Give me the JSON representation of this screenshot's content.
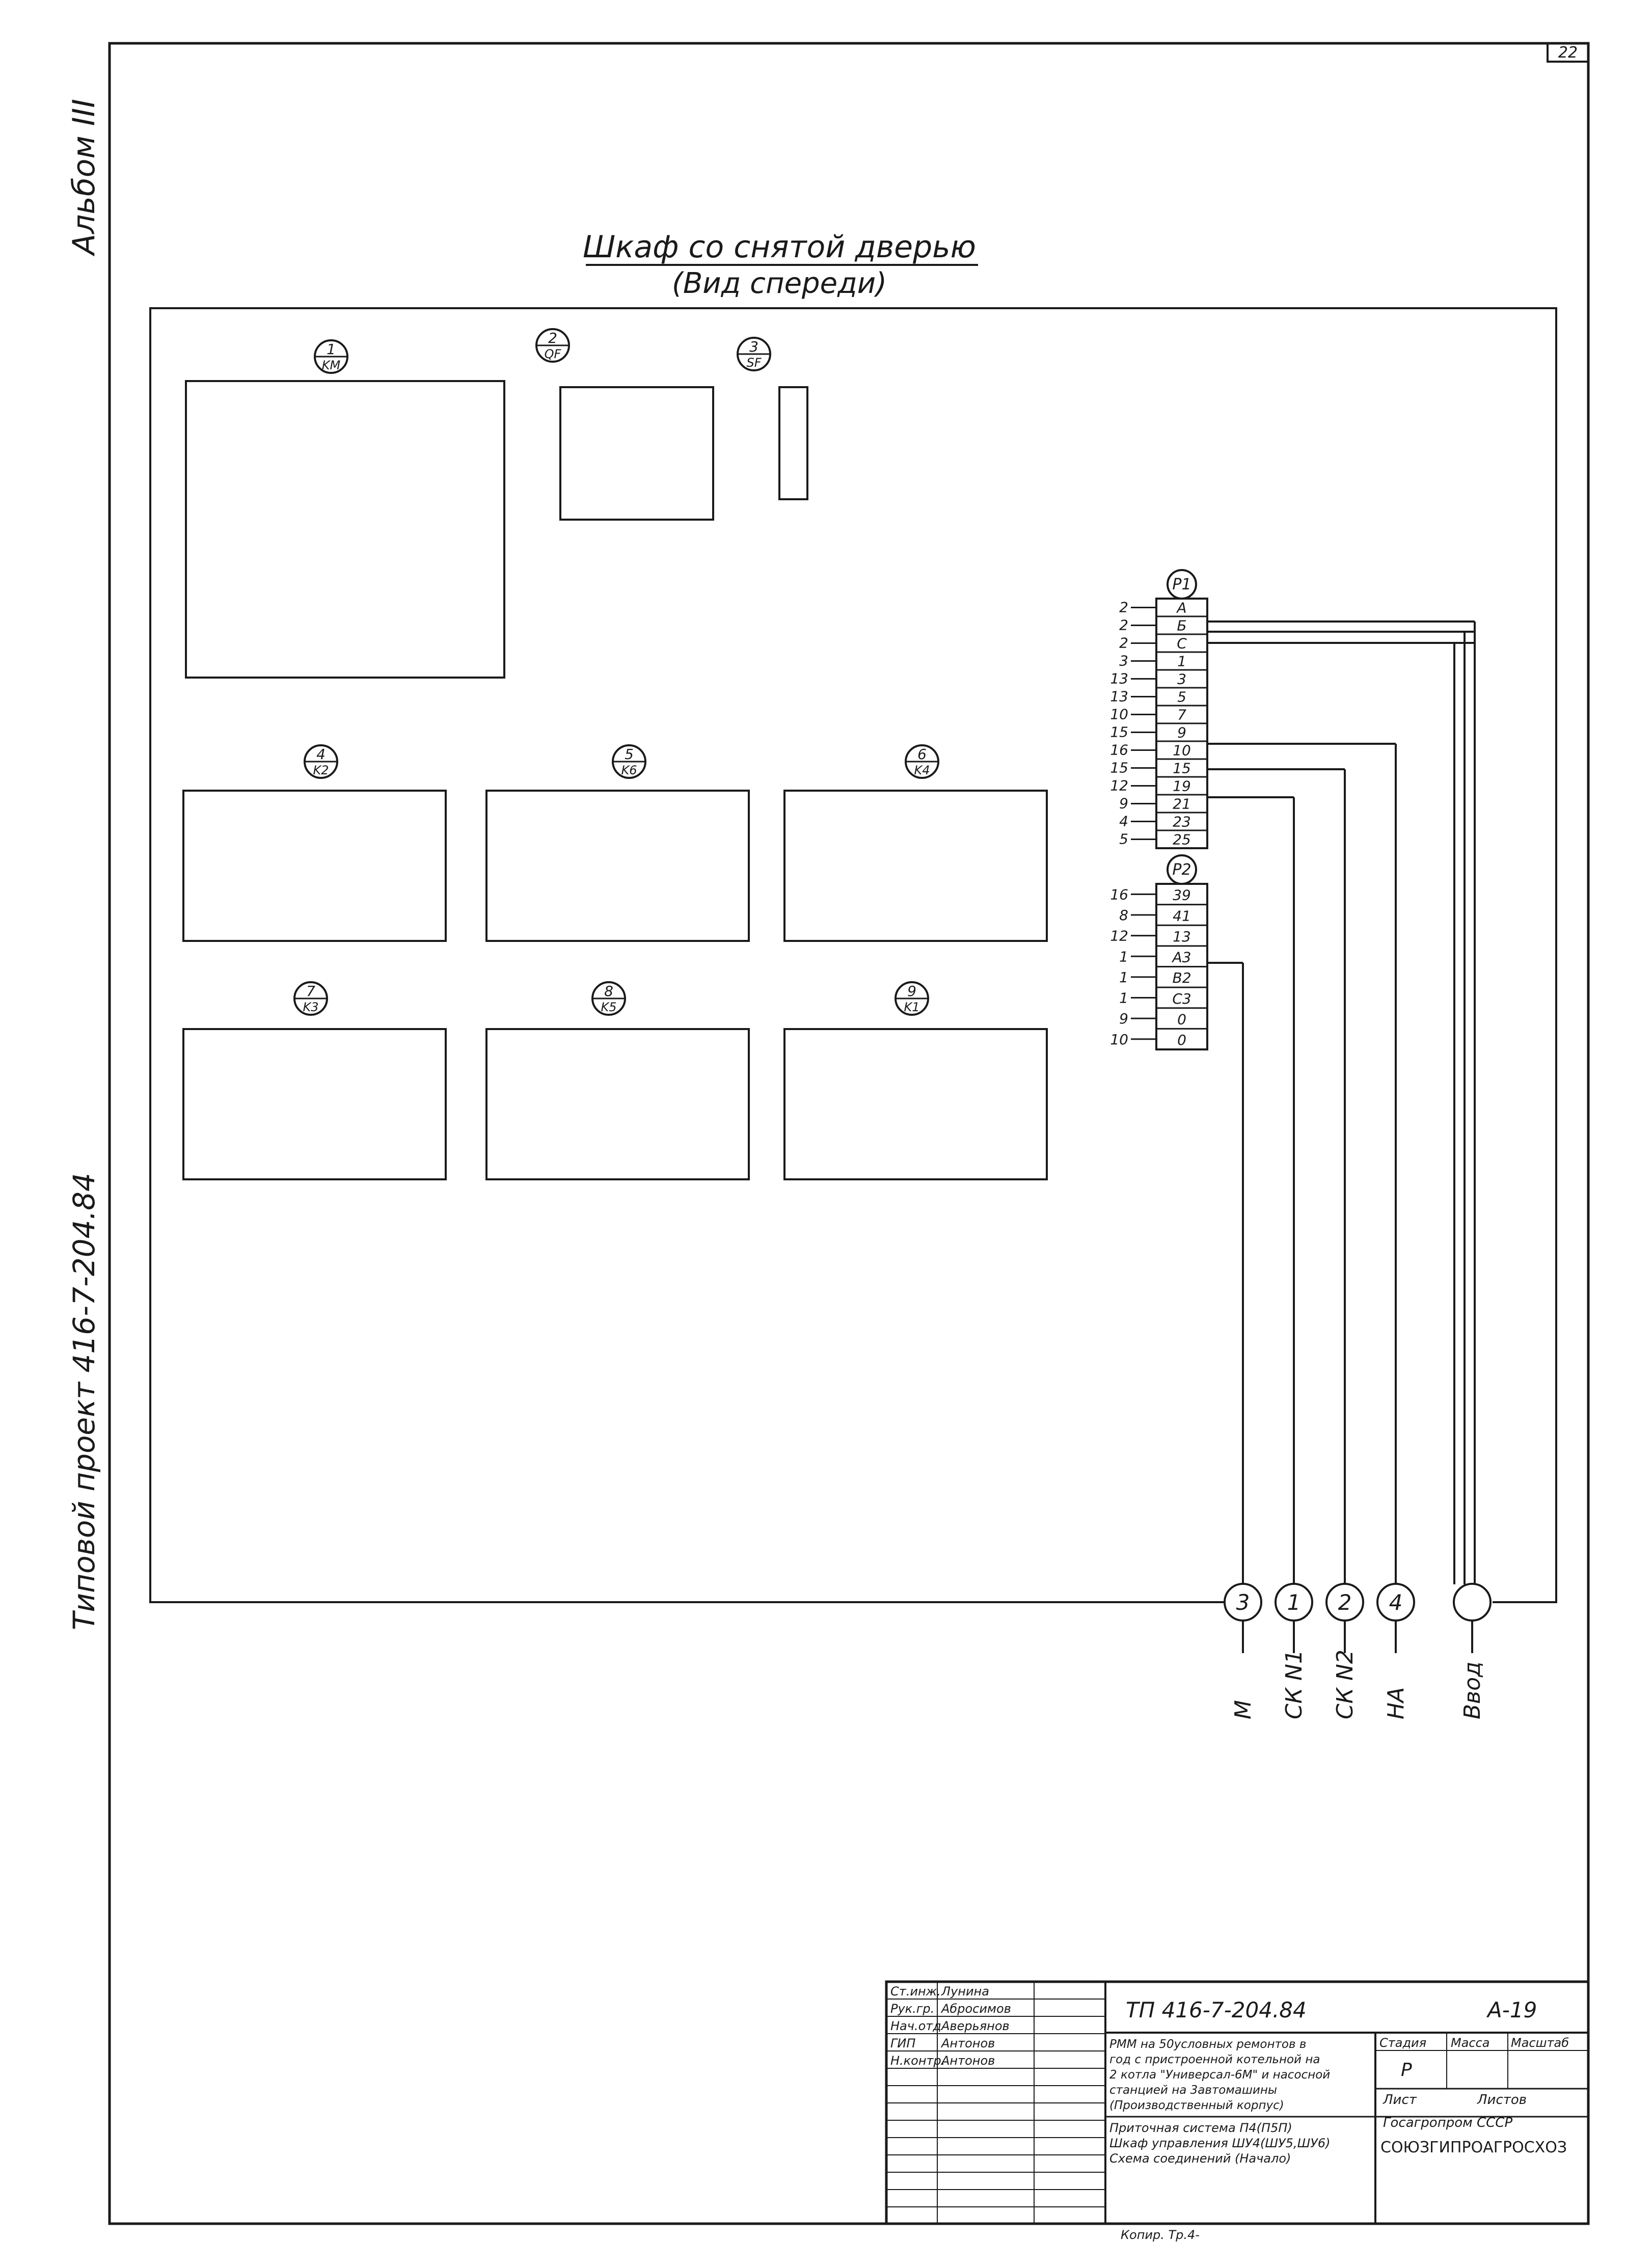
{
  "sheet": {
    "number": "22",
    "album": "Альбом III",
    "project_side": "Типовой проект 416-7-204.84",
    "copy_note": "Копир. Тр.4-"
  },
  "title": {
    "line1": "Шкаф со снятой дверью",
    "line2": "(Вид спереди)"
  },
  "devices": [
    {
      "id": "1",
      "type": "KM"
    },
    {
      "id": "2",
      "type": "QF"
    },
    {
      "id": "3",
      "type": "SF"
    },
    {
      "id": "4",
      "type": "K2"
    },
    {
      "id": "5",
      "type": "K6"
    },
    {
      "id": "6",
      "type": "K4"
    },
    {
      "id": "7",
      "type": "K3"
    },
    {
      "id": "8",
      "type": "K5"
    },
    {
      "id": "9",
      "type": "K1"
    }
  ],
  "terminals": {
    "p1": {
      "label": "P1",
      "cells": [
        "A",
        "Б",
        "C",
        "1",
        "3",
        "5",
        "7",
        "9",
        "10",
        "15",
        "19",
        "21",
        "23",
        "25"
      ],
      "left": [
        "2",
        "2",
        "2",
        "3",
        "13",
        "13",
        "10",
        "15",
        "16",
        "15",
        "12",
        "9",
        "4",
        "5"
      ]
    },
    "p2": {
      "label": "P2",
      "cells": [
        "39",
        "41",
        "13",
        "A3",
        "B2",
        "C3",
        "0",
        "0"
      ],
      "left": [
        "16",
        "8",
        "12",
        "1",
        "1",
        "1",
        "9",
        "10"
      ]
    }
  },
  "outputs": [
    {
      "num": "3",
      "label": "M"
    },
    {
      "num": "1",
      "label": "СК N1"
    },
    {
      "num": "2",
      "label": "СК N2"
    },
    {
      "num": "4",
      "label": "НА"
    },
    {
      "num": "",
      "label": "Ввод"
    }
  ],
  "title_block": {
    "code": "ТП 416-7-204.84",
    "sheet_code": "А-19",
    "people": [
      {
        "role": "Ст.инж.",
        "name": "Лунина"
      },
      {
        "role": "Рук.гр.",
        "name": "Абросимов"
      },
      {
        "role": "Нач.отд",
        "name": "Аверьянов"
      },
      {
        "role": "ГИП",
        "name": "Антонов"
      },
      {
        "role": "Н.контр.",
        "name": "Антонов"
      }
    ],
    "desc": [
      "РММ на 50условных ремонтов в",
      "год с пристроенной котельной на",
      "2 котла \"Универсал-6М\" и насосной",
      "станцией на 3автомашины",
      "(Производственный корпус)"
    ],
    "subject": [
      "Приточная система П4(П5П)",
      "Шкаф управления ШУ4(ШУ5,ШУ6)",
      "Схема соединений (Начало)"
    ],
    "headers": {
      "stage": "Стадия",
      "mass": "Масса",
      "scale": "Масштаб"
    },
    "stage": "Р",
    "sheet_label": "Лист",
    "sheets_label": "Листов",
    "org1": "Госагропром СССР",
    "org2": "СОЮЗГИПРОАГРОСХОЗ"
  }
}
